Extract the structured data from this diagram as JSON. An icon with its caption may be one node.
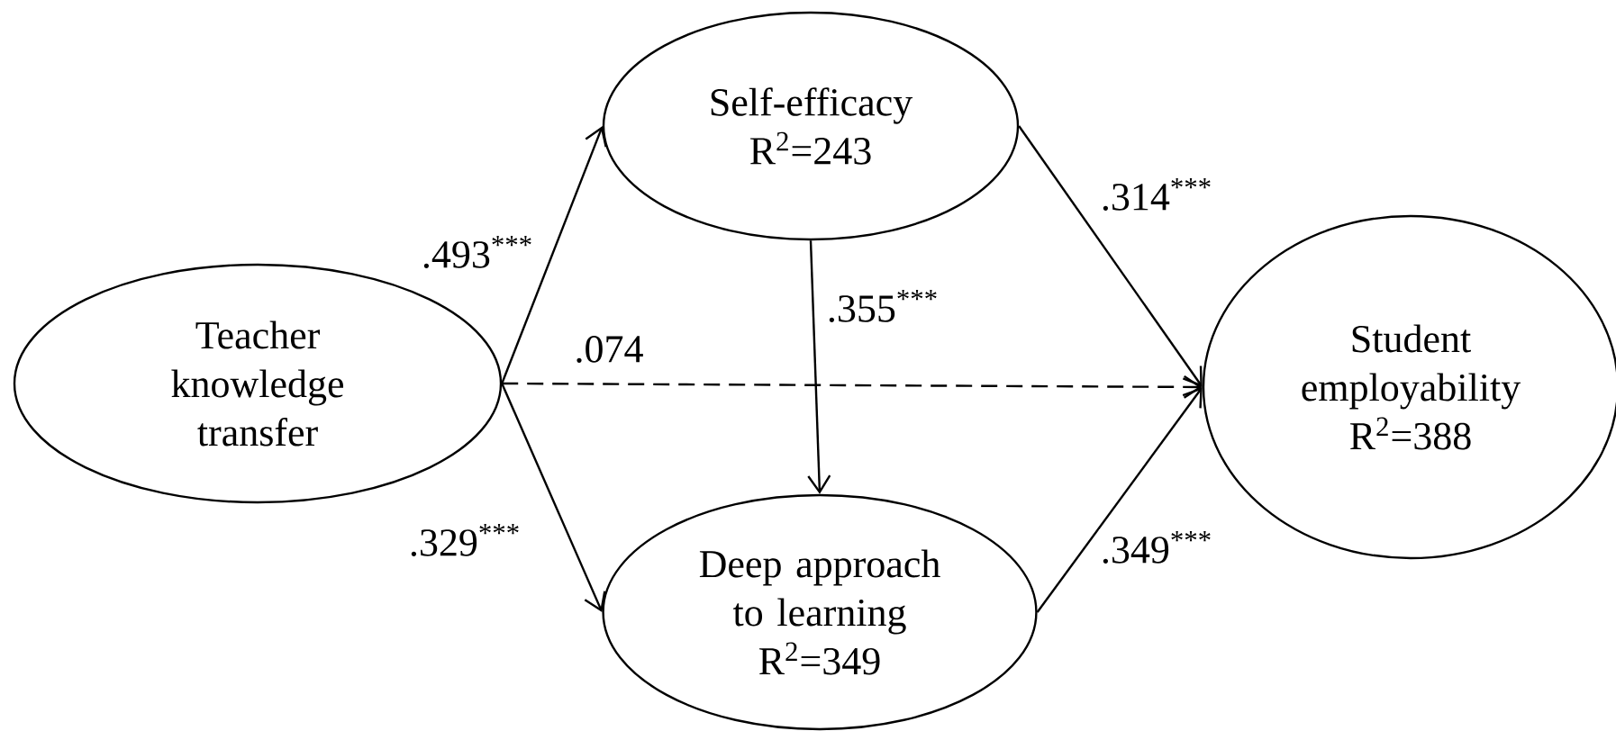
{
  "diagram": {
    "nodes": [
      {
        "text": [
          "Teacher knowledge transfer"
        ]
      },
      {
        "text": [
          "Self-efficacy",
          "R$^{2}$=243"
        ]
      },
      {
        "text": [
          "Deep approach to learning",
          "R$^{2}$=349"
        ]
      },
      {
        "text": [
          "Student employability",
          "R$^{2}$=388"
        ]
      }
    ],
    "edges": [
      {
        "from": 0,
        "to": 1,
        "arrow": "to",
        "label": ".493$^{***}$"
      },
      {
        "from": 0,
        "to": 3,
        "arrow": "to",
        "label": ".074",
        "style": "dashed"
      },
      {
        "from": 0,
        "to": 2,
        "arrow": "to",
        "label": ".329$^{***}$"
      },
      {
        "from": 1,
        "to": 2,
        "arrow": "to",
        "label": ".355$^{***}$"
      },
      {
        "from": 1,
        "to": 3,
        "arrow": "to",
        "label": ".314$^{***}$"
      },
      {
        "from": 2,
        "to": 3,
        "arrow": "to",
        "label": ".349$^{***}$"
      }
    ]
  }
}
